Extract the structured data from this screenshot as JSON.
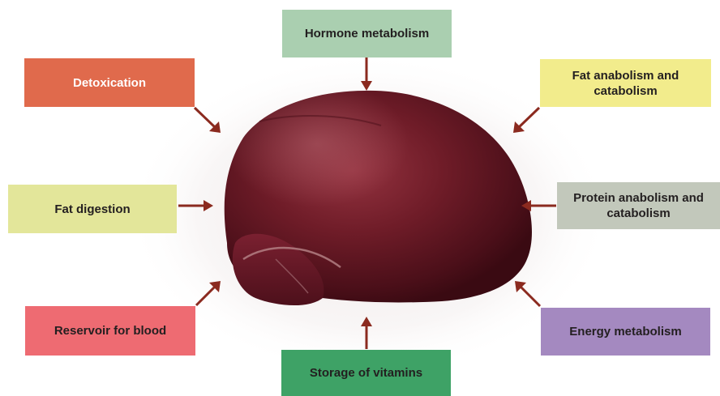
{
  "diagram": {
    "colors": {
      "arrow": "#8b2a1f",
      "organ": "#6e1a26"
    },
    "center_image": "liver",
    "boxes": [
      {
        "key": "hormone",
        "label": "Hormone metabolism",
        "color": "#aacfb0"
      },
      {
        "key": "detox",
        "label": "Detoxication",
        "color": "#e06a4c"
      },
      {
        "key": "fatana",
        "label": "Fat anabolism and catabolism",
        "color": "#f2ec8c"
      },
      {
        "key": "fatdig",
        "label": "Fat digestion",
        "color": "#e3e69a"
      },
      {
        "key": "protein",
        "label": "Protein anabolism and catabolism",
        "color": "#c2c8bb"
      },
      {
        "key": "reservoir",
        "label": "Reservoir for blood",
        "color": "#ee6b72"
      },
      {
        "key": "energy",
        "label": "Energy metabolism",
        "color": "#a489c0"
      },
      {
        "key": "vitamins",
        "label": "Storage of vitamins",
        "color": "#3ea266"
      }
    ]
  }
}
